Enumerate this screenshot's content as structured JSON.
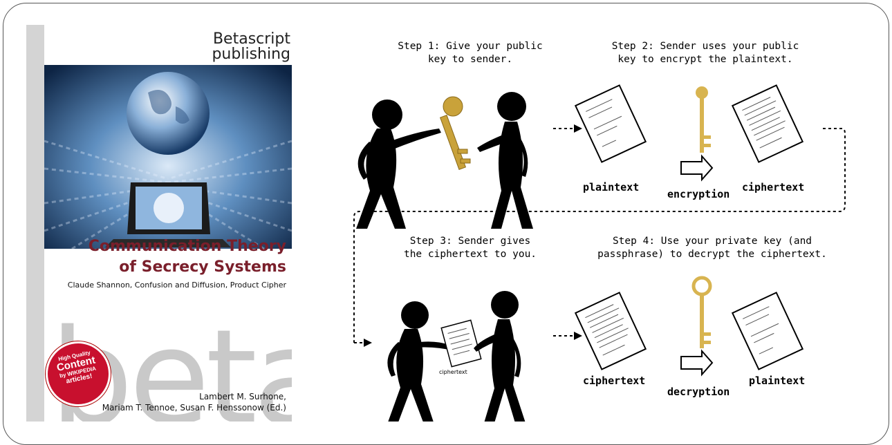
{
  "book": {
    "publisher_line1": "Betascript",
    "publisher_line2": "publishing",
    "title_line1": "Communication Theory",
    "title_line2": "of Secrecy Systems",
    "subtitle": "Claude Shannon, Confusion and Diffusion, Product Cipher",
    "badge": [
      "High Quality",
      "Content",
      "by WIKIPEDIA",
      "articles!"
    ],
    "beta_watermark": "beta",
    "authors_line1": "Lambert M. Surhone,",
    "authors_line2": "Mariam T. Tennoe, Susan F. Henssonow (Ed.)"
  },
  "diagram": {
    "step1": [
      "Step 1: Give your public",
      "key to sender."
    ],
    "step2": [
      "Step 2: Sender uses your public",
      "key to encrypt the plaintext."
    ],
    "step3": [
      "Step 3: Sender gives",
      "the ciphertext to you."
    ],
    "step4": [
      "Step 4: Use your private key (and",
      "passphrase) to decrypt the ciphertext."
    ],
    "row1": {
      "doc1": "plaintext",
      "op": "encryption",
      "doc2": "ciphertext"
    },
    "row2": {
      "doc1": "ciphertext",
      "op": "decryption",
      "doc2": "plaintext"
    },
    "handed_doc": "ciphertext"
  }
}
